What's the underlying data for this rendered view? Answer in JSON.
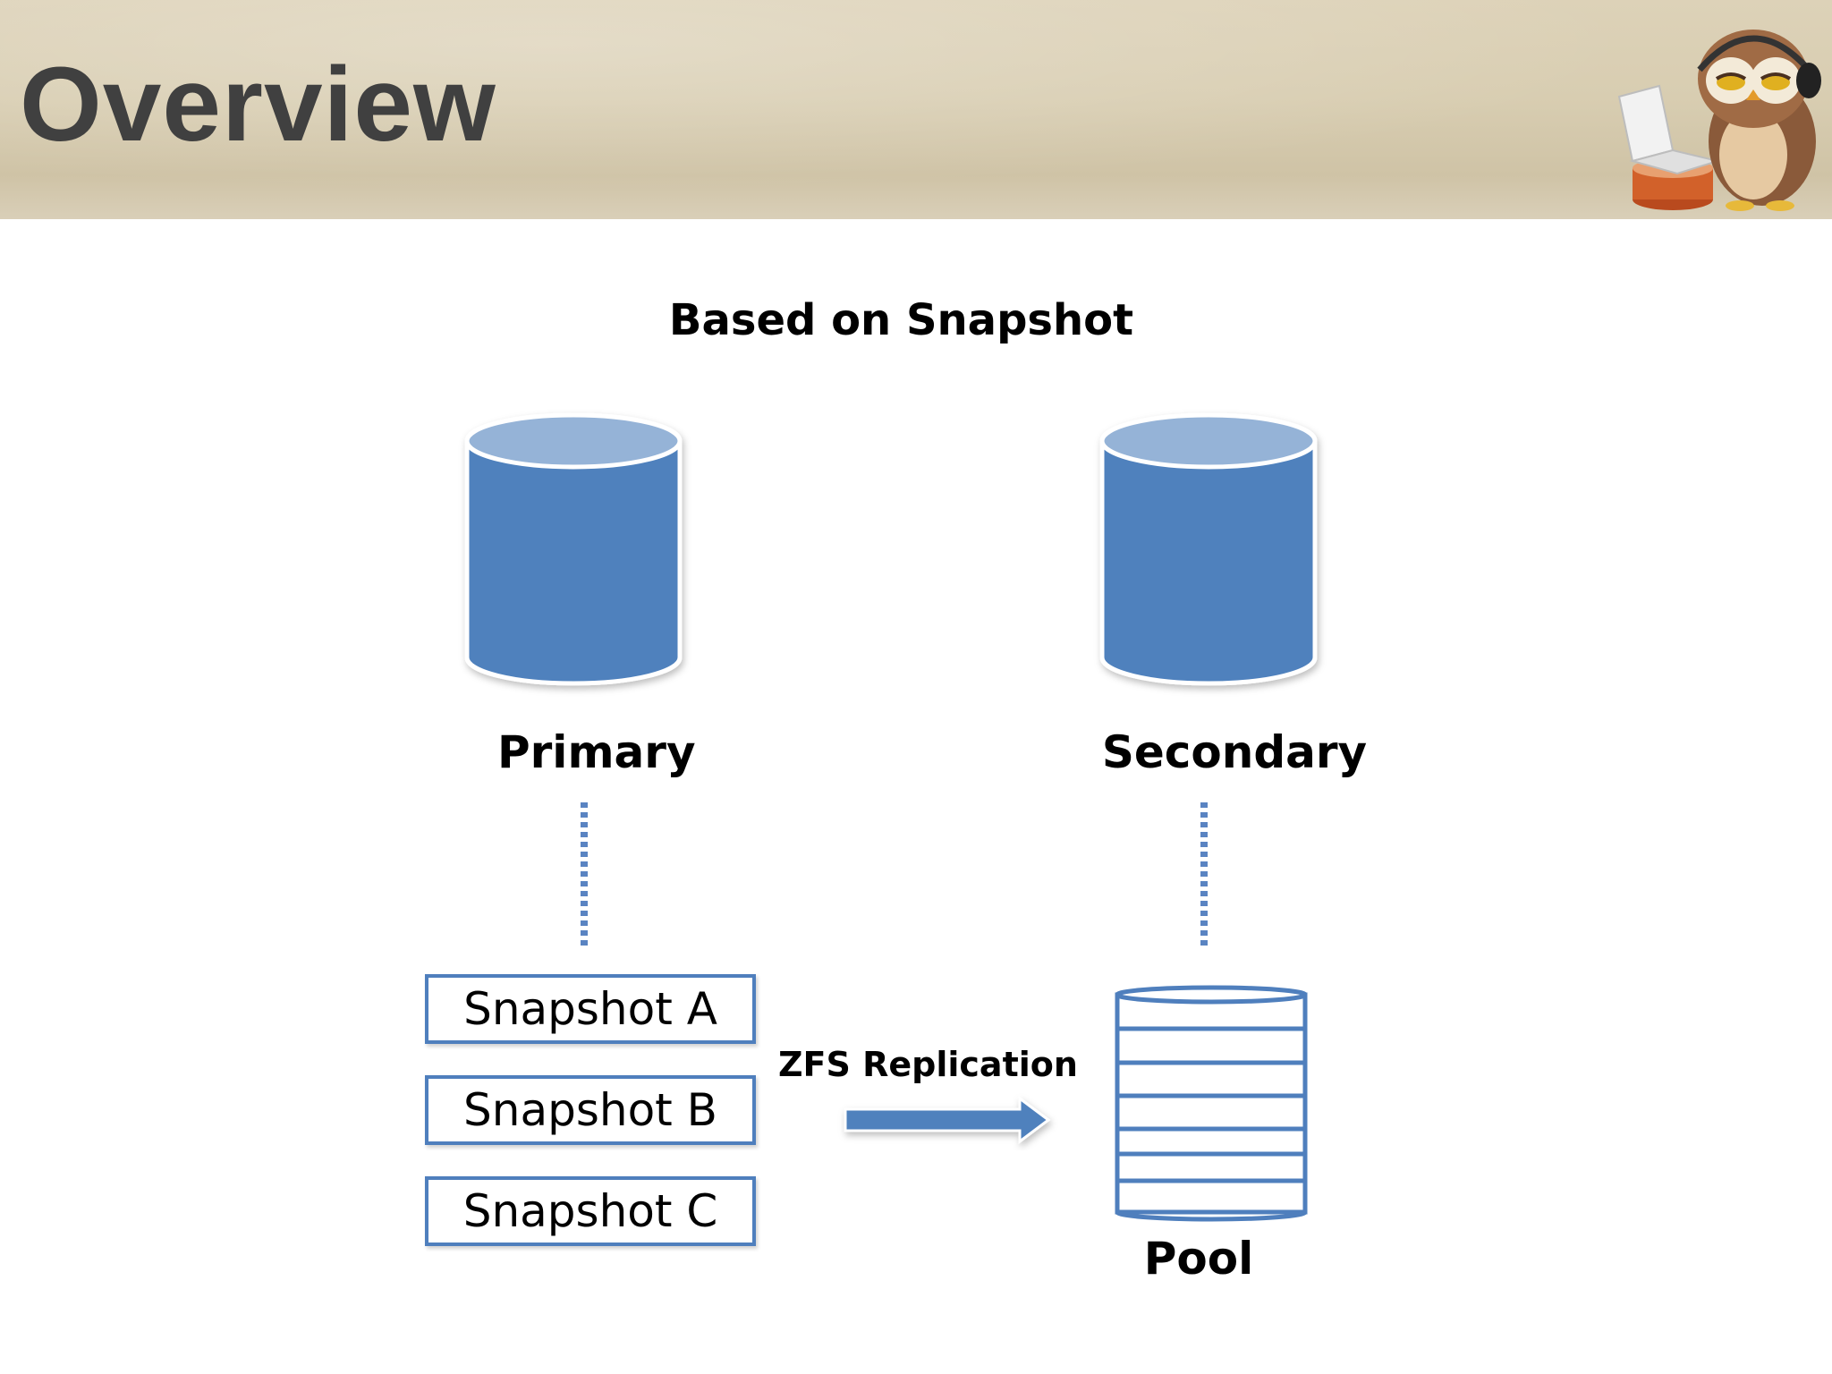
{
  "slide": {
    "title": "Overview"
  },
  "diagram": {
    "subtitle": "Based on Snapshot",
    "primary_label": "Primary",
    "secondary_label": "Secondary",
    "snapshots": [
      "Snapshot A",
      "Snapshot B",
      "Snapshot C"
    ],
    "replication_label": "ZFS Replication",
    "pool_label": "Pool"
  },
  "colors": {
    "cylinder_body": "#4f81bd",
    "cylinder_top": "#95b3d7",
    "accent_border": "#4f7fbd",
    "connector": "#5a84c2"
  },
  "icons": [
    "owl-mascot-icon",
    "database-cylinder-icon",
    "storage-pool-icon",
    "arrow-right-icon"
  ]
}
